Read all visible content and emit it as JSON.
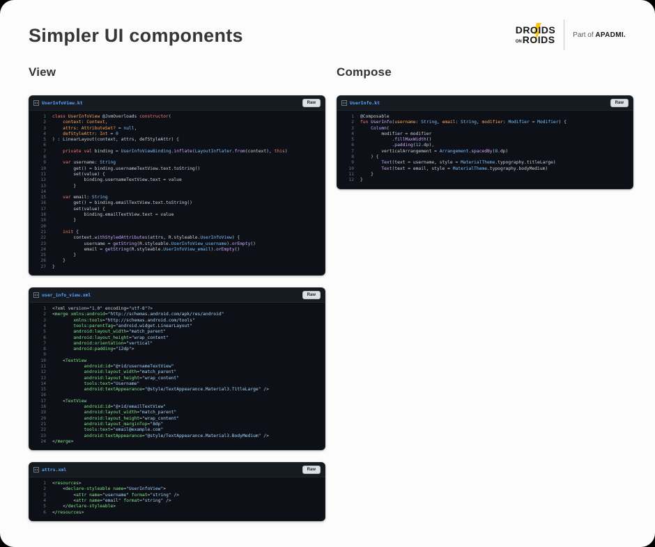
{
  "page": {
    "title": "Simpler UI components"
  },
  "logo": {
    "line1": "DROIDS",
    "on": "ON",
    "line2": "ROIDS",
    "partner_prefix": "Part of ",
    "partner_name": "APADMI.",
    "bolt_color": "#fdc500"
  },
  "sections": {
    "left": "View",
    "right": "Compose"
  },
  "raw_label": "Raw",
  "colors": {
    "code_bg": "#0d1117",
    "code_header_bg": "#161b22",
    "filename_blue": "#58a6ff",
    "keyword_red": "#ff7b72",
    "type_orange": "#ffa657",
    "ref_blue": "#79c0ff",
    "call_purple": "#d2a8ff",
    "string_blue": "#a5d6ff",
    "tag_green": "#7ee787"
  },
  "blocks": [
    {
      "filename": "UserInfoView.kt",
      "lines": [
        [
          [
            "k",
            "class "
          ],
          [
            "t",
            "UserInfoView "
          ],
          [
            "d",
            "@JvmOverloads "
          ],
          [
            "k",
            "constructor"
          ],
          [
            "d",
            "("
          ]
        ],
        [
          [
            "d",
            "    "
          ],
          [
            "t",
            "context"
          ],
          [
            "d",
            ": "
          ],
          [
            "t",
            "Context"
          ],
          [
            "d",
            ","
          ]
        ],
        [
          [
            "d",
            "    "
          ],
          [
            "t",
            "attrs"
          ],
          [
            "d",
            ": "
          ],
          [
            "t",
            "AttributeSet?"
          ],
          [
            "d",
            " = "
          ],
          [
            "b",
            "null"
          ],
          [
            "d",
            ","
          ]
        ],
        [
          [
            "d",
            "    "
          ],
          [
            "t",
            "defStyleAttr"
          ],
          [
            "d",
            ": "
          ],
          [
            "t",
            "Int"
          ],
          [
            "d",
            " = "
          ],
          [
            "b",
            "0"
          ]
        ],
        [
          [
            "d",
            ") : LinearLayout(context, attrs, defStyleAttr) {"
          ]
        ],
        [],
        [
          [
            "k",
            "    private val "
          ],
          [
            "d",
            "binding = "
          ],
          [
            "b",
            "UserInfoViewBinding"
          ],
          [
            "d",
            "."
          ],
          [
            "f",
            "inflate"
          ],
          [
            "d",
            "("
          ],
          [
            "b",
            "LayoutInflater"
          ],
          [
            "d",
            "."
          ],
          [
            "f",
            "from"
          ],
          [
            "d",
            "(context), "
          ],
          [
            "k",
            "this"
          ],
          [
            "d",
            ")"
          ]
        ],
        [],
        [
          [
            "k",
            "    var "
          ],
          [
            "d",
            "username: "
          ],
          [
            "b",
            "String"
          ]
        ],
        [
          [
            "d",
            "        get() = binding.usernameTextView.text.toString()"
          ]
        ],
        [
          [
            "d",
            "        set(value) {"
          ]
        ],
        [
          [
            "d",
            "            binding.usernameTextView.text = value"
          ]
        ],
        [
          [
            "d",
            "        }"
          ]
        ],
        [],
        [
          [
            "k",
            "    var "
          ],
          [
            "d",
            "email: "
          ],
          [
            "b",
            "String"
          ]
        ],
        [
          [
            "d",
            "        get() = binding.emailTextView.text.toString()"
          ]
        ],
        [
          [
            "d",
            "        set(value) {"
          ]
        ],
        [
          [
            "d",
            "            binding.emailTextView.text = value"
          ]
        ],
        [
          [
            "d",
            "        }"
          ]
        ],
        [],
        [
          [
            "k",
            "    init"
          ],
          [
            "d",
            " {"
          ]
        ],
        [
          [
            "d",
            "        context."
          ],
          [
            "f",
            "withStyledAttributes"
          ],
          [
            "d",
            "(attrs, R.styleable."
          ],
          [
            "b",
            "UserInfoView"
          ],
          [
            "d",
            ") {"
          ]
        ],
        [
          [
            "d",
            "            username = "
          ],
          [
            "f",
            "getString"
          ],
          [
            "d",
            "(R.styleable."
          ],
          [
            "b",
            "UserInfoView_username"
          ],
          [
            "d",
            ")."
          ],
          [
            "f",
            "orEmpty"
          ],
          [
            "d",
            "()"
          ]
        ],
        [
          [
            "d",
            "            email = "
          ],
          [
            "f",
            "getString"
          ],
          [
            "d",
            "(R.styleable."
          ],
          [
            "b",
            "UserInfoView_email"
          ],
          [
            "d",
            ")."
          ],
          [
            "f",
            "orEmpty"
          ],
          [
            "d",
            "()"
          ]
        ],
        [
          [
            "d",
            "        }"
          ]
        ],
        [
          [
            "d",
            "    }"
          ]
        ],
        [
          [
            "d",
            "}"
          ]
        ]
      ]
    },
    {
      "filename": "user_info_view.xml",
      "lines": [
        [
          [
            "d",
            "<?xml version="
          ],
          [
            "s",
            "\"1.0\""
          ],
          [
            "d",
            " encoding="
          ],
          [
            "s",
            "\"utf-8\""
          ],
          [
            "d",
            "?>"
          ]
        ],
        [
          [
            "d",
            "<"
          ],
          [
            "g",
            "merge"
          ],
          [
            "d",
            " "
          ],
          [
            "g",
            "xmlns:android"
          ],
          [
            "d",
            "="
          ],
          [
            "s",
            "\"http://schemas.android.com/apk/res/android\""
          ]
        ],
        [
          [
            "d",
            "        "
          ],
          [
            "g",
            "xmlns:tools"
          ],
          [
            "d",
            "="
          ],
          [
            "s",
            "\"http://schemas.android.com/tools\""
          ]
        ],
        [
          [
            "d",
            "        "
          ],
          [
            "g",
            "tools:parentTag"
          ],
          [
            "d",
            "="
          ],
          [
            "s",
            "\"android.widget.LinearLayout\""
          ]
        ],
        [
          [
            "d",
            "        "
          ],
          [
            "g",
            "android:layout_width"
          ],
          [
            "d",
            "="
          ],
          [
            "s",
            "\"match_parent\""
          ]
        ],
        [
          [
            "d",
            "        "
          ],
          [
            "g",
            "android:layout_height"
          ],
          [
            "d",
            "="
          ],
          [
            "s",
            "\"wrap_content\""
          ]
        ],
        [
          [
            "d",
            "        "
          ],
          [
            "g",
            "android:orientation"
          ],
          [
            "d",
            "="
          ],
          [
            "s",
            "\"vertical\""
          ]
        ],
        [
          [
            "d",
            "        "
          ],
          [
            "g",
            "android:padding"
          ],
          [
            "d",
            "="
          ],
          [
            "s",
            "\"12dp\""
          ],
          [
            "d",
            ">"
          ]
        ],
        [],
        [
          [
            "d",
            "    <"
          ],
          [
            "g",
            "TextView"
          ]
        ],
        [
          [
            "d",
            "            "
          ],
          [
            "g",
            "android:id"
          ],
          [
            "d",
            "="
          ],
          [
            "s",
            "\"@+id/usernameTextView\""
          ]
        ],
        [
          [
            "d",
            "            "
          ],
          [
            "g",
            "android:layout_width"
          ],
          [
            "d",
            "="
          ],
          [
            "s",
            "\"match_parent\""
          ]
        ],
        [
          [
            "d",
            "            "
          ],
          [
            "g",
            "android:layout_height"
          ],
          [
            "d",
            "="
          ],
          [
            "s",
            "\"wrap_content\""
          ]
        ],
        [
          [
            "d",
            "            "
          ],
          [
            "g",
            "tools:text"
          ],
          [
            "d",
            "="
          ],
          [
            "s",
            "\"Username\""
          ]
        ],
        [
          [
            "d",
            "            "
          ],
          [
            "g",
            "android:textAppearance"
          ],
          [
            "d",
            "="
          ],
          [
            "s",
            "\"@style/TextAppearance.Material3.TitleLarge\""
          ],
          [
            "d",
            " />"
          ]
        ],
        [],
        [
          [
            "d",
            "    <"
          ],
          [
            "g",
            "TextView"
          ]
        ],
        [
          [
            "d",
            "            "
          ],
          [
            "g",
            "android:id"
          ],
          [
            "d",
            "="
          ],
          [
            "s",
            "\"@+id/emailTextView\""
          ]
        ],
        [
          [
            "d",
            "            "
          ],
          [
            "g",
            "android:layout_width"
          ],
          [
            "d",
            "="
          ],
          [
            "s",
            "\"match_parent\""
          ]
        ],
        [
          [
            "d",
            "            "
          ],
          [
            "g",
            "android:layout_height"
          ],
          [
            "d",
            "="
          ],
          [
            "s",
            "\"wrap_content\""
          ]
        ],
        [
          [
            "d",
            "            "
          ],
          [
            "g",
            "android:layout_marginTop"
          ],
          [
            "d",
            "="
          ],
          [
            "s",
            "\"8dp\""
          ]
        ],
        [
          [
            "d",
            "            "
          ],
          [
            "g",
            "tools:text"
          ],
          [
            "d",
            "="
          ],
          [
            "s",
            "\"email@example.com\""
          ]
        ],
        [
          [
            "d",
            "            "
          ],
          [
            "g",
            "android:textAppearance"
          ],
          [
            "d",
            "="
          ],
          [
            "s",
            "\"@style/TextAppearance.Material3.BodyMedium\""
          ],
          [
            "d",
            " />"
          ]
        ],
        [
          [
            "d",
            "</"
          ],
          [
            "g",
            "merge"
          ],
          [
            "d",
            ">"
          ]
        ]
      ]
    },
    {
      "filename": "attrs.xml",
      "lines": [
        [
          [
            "d",
            "<"
          ],
          [
            "g",
            "resources"
          ],
          [
            "d",
            ">"
          ]
        ],
        [
          [
            "d",
            "    <"
          ],
          [
            "g",
            "declare-styleable"
          ],
          [
            "d",
            " "
          ],
          [
            "g",
            "name"
          ],
          [
            "d",
            "="
          ],
          [
            "s",
            "\"UserInfoView\""
          ],
          [
            "d",
            ">"
          ]
        ],
        [
          [
            "d",
            "        <"
          ],
          [
            "g",
            "attr"
          ],
          [
            "d",
            " "
          ],
          [
            "g",
            "name"
          ],
          [
            "d",
            "="
          ],
          [
            "s",
            "\"username\""
          ],
          [
            "d",
            " "
          ],
          [
            "g",
            "format"
          ],
          [
            "d",
            "="
          ],
          [
            "s",
            "\"string\""
          ],
          [
            "d",
            " />"
          ]
        ],
        [
          [
            "d",
            "        <"
          ],
          [
            "g",
            "attr"
          ],
          [
            "d",
            " "
          ],
          [
            "g",
            "name"
          ],
          [
            "d",
            "="
          ],
          [
            "s",
            "\"email\""
          ],
          [
            "d",
            " "
          ],
          [
            "g",
            "format"
          ],
          [
            "d",
            "="
          ],
          [
            "s",
            "\"string\""
          ],
          [
            "d",
            " />"
          ]
        ],
        [
          [
            "d",
            "    </"
          ],
          [
            "g",
            "declare-styleable"
          ],
          [
            "d",
            ">"
          ]
        ],
        [
          [
            "d",
            "</"
          ],
          [
            "g",
            "resources"
          ],
          [
            "d",
            ">"
          ]
        ]
      ]
    },
    {
      "filename": "UserInfo.kt",
      "lines": [
        [
          [
            "d",
            "@Composable"
          ]
        ],
        [
          [
            "k",
            "fun "
          ],
          [
            "f",
            "UserInfo"
          ],
          [
            "d",
            "("
          ],
          [
            "t",
            "username"
          ],
          [
            "d",
            ": "
          ],
          [
            "b",
            "String"
          ],
          [
            "d",
            ", "
          ],
          [
            "t",
            "email"
          ],
          [
            "d",
            ": "
          ],
          [
            "b",
            "String"
          ],
          [
            "d",
            ", "
          ],
          [
            "t",
            "modifier"
          ],
          [
            "d",
            ": "
          ],
          [
            "b",
            "Modifier"
          ],
          [
            "d",
            " = "
          ],
          [
            "b",
            "Modifier"
          ],
          [
            "d",
            ") {"
          ]
        ],
        [
          [
            "d",
            "    "
          ],
          [
            "f",
            "Column"
          ],
          [
            "d",
            "("
          ]
        ],
        [
          [
            "d",
            "        modifier = modifier"
          ]
        ],
        [
          [
            "d",
            "            ."
          ],
          [
            "f",
            "fillMaxWidth"
          ],
          [
            "d",
            "()"
          ]
        ],
        [
          [
            "d",
            "            ."
          ],
          [
            "f",
            "padding"
          ],
          [
            "d",
            "("
          ],
          [
            "b",
            "12"
          ],
          [
            "d",
            ".dp),"
          ]
        ],
        [
          [
            "d",
            "        verticalArrangement = "
          ],
          [
            "b",
            "Arrangement"
          ],
          [
            "d",
            "."
          ],
          [
            "f",
            "spacedBy"
          ],
          [
            "d",
            "("
          ],
          [
            "b",
            "8"
          ],
          [
            "d",
            ".dp)"
          ]
        ],
        [
          [
            "d",
            "    ) {"
          ]
        ],
        [
          [
            "d",
            "        "
          ],
          [
            "f",
            "Text"
          ],
          [
            "d",
            "(text = username, style = "
          ],
          [
            "b",
            "MaterialTheme"
          ],
          [
            "d",
            ".typography.titleLarge)"
          ]
        ],
        [
          [
            "d",
            "        "
          ],
          [
            "f",
            "Text"
          ],
          [
            "d",
            "(text = email, style = "
          ],
          [
            "b",
            "MaterialTheme"
          ],
          [
            "d",
            ".typography.bodyMedium)"
          ]
        ],
        [
          [
            "d",
            "    }"
          ]
        ],
        [
          [
            "d",
            "}"
          ]
        ]
      ]
    }
  ]
}
